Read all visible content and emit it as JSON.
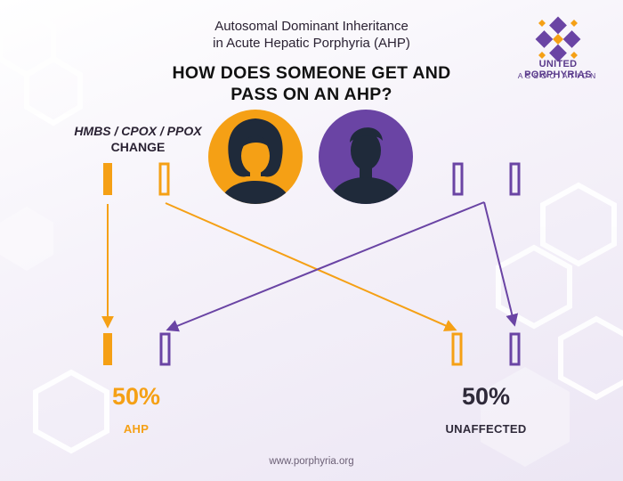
{
  "header": {
    "subtitle_line1": "Autosomal Dominant Inheritance",
    "subtitle_line2": "in Acute Hepatic Porphyria (AHP)",
    "headline_line1": "HOW DOES SOMEONE GET AND",
    "headline_line2": "PASS ON AN AHP?"
  },
  "logo": {
    "name": "UNITED PORPHYRIAS",
    "sub": "ASSOCIATION"
  },
  "gene_label": {
    "line1": "HMBS / CPOX / PPOX",
    "line2": "CHANGE"
  },
  "parents": [
    {
      "name": "affected-parent",
      "color": "#f5a015"
    },
    {
      "name": "unaffected-parent",
      "color": "#6a44a4"
    }
  ],
  "outcomes": [
    {
      "percent": "50%",
      "label": "AHP",
      "color": "#f5a015"
    },
    {
      "percent": "50%",
      "label": "UNAFFECTED",
      "color": "#2f2a3a"
    }
  ],
  "colors": {
    "orange": "#f5a015",
    "purple": "#6a44a4"
  },
  "footer": {
    "url": "www.porphyria.org"
  }
}
